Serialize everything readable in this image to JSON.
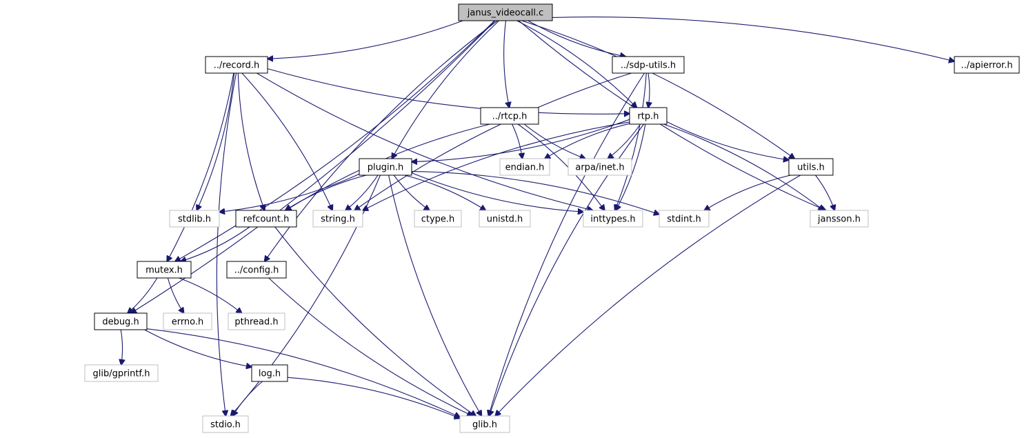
{
  "colors": {
    "edge": "#191970",
    "root_fill": "#bfbfbf",
    "documented_border": "#000000",
    "external_border": "#bfbfbf",
    "background": "#ffffff"
  },
  "nodes": {
    "janus_videocall_c": {
      "label": "janus_videocall.c",
      "kind": "root"
    },
    "record_h": {
      "label": "../record.h",
      "kind": "documented"
    },
    "sdp_utils_h": {
      "label": "../sdp-utils.h",
      "kind": "documented"
    },
    "apierror_h": {
      "label": "../apierror.h",
      "kind": "documented"
    },
    "rtcp_h": {
      "label": "../rtcp.h",
      "kind": "documented"
    },
    "rtp_h": {
      "label": "rtp.h",
      "kind": "documented"
    },
    "endian_h": {
      "label": "endian.h",
      "kind": "external"
    },
    "arpa_inet_h": {
      "label": "arpa/inet.h",
      "kind": "external"
    },
    "plugin_h": {
      "label": "plugin.h",
      "kind": "documented"
    },
    "utils_h": {
      "label": "utils.h",
      "kind": "documented"
    },
    "stdlib_h": {
      "label": "stdlib.h",
      "kind": "external"
    },
    "refcount_h": {
      "label": "refcount.h",
      "kind": "documented"
    },
    "string_h": {
      "label": "string.h",
      "kind": "external"
    },
    "ctype_h": {
      "label": "ctype.h",
      "kind": "external"
    },
    "unistd_h": {
      "label": "unistd.h",
      "kind": "external"
    },
    "inttypes_h": {
      "label": "inttypes.h",
      "kind": "external"
    },
    "stdint_h": {
      "label": "stdint.h",
      "kind": "external"
    },
    "jansson_h": {
      "label": "jansson.h",
      "kind": "external"
    },
    "mutex_h": {
      "label": "mutex.h",
      "kind": "documented"
    },
    "config_h": {
      "label": "../config.h",
      "kind": "documented"
    },
    "debug_h": {
      "label": "debug.h",
      "kind": "documented"
    },
    "errno_h": {
      "label": "errno.h",
      "kind": "external"
    },
    "pthread_h": {
      "label": "pthread.h",
      "kind": "external"
    },
    "glib_gprintf_h": {
      "label": "glib/gprintf.h",
      "kind": "external"
    },
    "log_h": {
      "label": "log.h",
      "kind": "documented"
    },
    "stdio_h": {
      "label": "stdio.h",
      "kind": "external"
    },
    "glib_h": {
      "label": "glib.h",
      "kind": "external"
    }
  },
  "edges": [
    {
      "from": "janus_videocall_c",
      "to": "record_h"
    },
    {
      "from": "janus_videocall_c",
      "to": "sdp_utils_h"
    },
    {
      "from": "janus_videocall_c",
      "to": "apierror_h"
    },
    {
      "from": "janus_videocall_c",
      "to": "rtcp_h"
    },
    {
      "from": "janus_videocall_c",
      "to": "rtp_h"
    },
    {
      "from": "janus_videocall_c",
      "to": "plugin_h"
    },
    {
      "from": "janus_videocall_c",
      "to": "utils_h"
    },
    {
      "from": "janus_videocall_c",
      "to": "jansson_h"
    },
    {
      "from": "janus_videocall_c",
      "to": "mutex_h"
    },
    {
      "from": "janus_videocall_c",
      "to": "config_h"
    },
    {
      "from": "janus_videocall_c",
      "to": "debug_h"
    },
    {
      "from": "record_h",
      "to": "rtp_h"
    },
    {
      "from": "record_h",
      "to": "stdlib_h"
    },
    {
      "from": "record_h",
      "to": "refcount_h"
    },
    {
      "from": "record_h",
      "to": "string_h"
    },
    {
      "from": "record_h",
      "to": "inttypes_h"
    },
    {
      "from": "record_h",
      "to": "mutex_h"
    },
    {
      "from": "record_h",
      "to": "stdio_h"
    },
    {
      "from": "sdp_utils_h",
      "to": "rtp_h"
    },
    {
      "from": "sdp_utils_h",
      "to": "string_h"
    },
    {
      "from": "sdp_utils_h",
      "to": "inttypes_h"
    },
    {
      "from": "sdp_utils_h",
      "to": "glib_h"
    },
    {
      "from": "rtcp_h",
      "to": "endian_h"
    },
    {
      "from": "rtcp_h",
      "to": "arpa_inet_h"
    },
    {
      "from": "rtcp_h",
      "to": "inttypes_h"
    },
    {
      "from": "rtcp_h",
      "to": "refcount_h"
    },
    {
      "from": "rtp_h",
      "to": "plugin_h"
    },
    {
      "from": "rtp_h",
      "to": "endian_h"
    },
    {
      "from": "rtp_h",
      "to": "arpa_inet_h"
    },
    {
      "from": "rtp_h",
      "to": "utils_h"
    },
    {
      "from": "rtp_h",
      "to": "jansson_h"
    },
    {
      "from": "rtp_h",
      "to": "string_h"
    },
    {
      "from": "rtp_h",
      "to": "inttypes_h"
    },
    {
      "from": "rtp_h",
      "to": "glib_h"
    },
    {
      "from": "plugin_h",
      "to": "stdlib_h"
    },
    {
      "from": "plugin_h",
      "to": "refcount_h"
    },
    {
      "from": "plugin_h",
      "to": "string_h"
    },
    {
      "from": "plugin_h",
      "to": "ctype_h"
    },
    {
      "from": "plugin_h",
      "to": "unistd_h"
    },
    {
      "from": "plugin_h",
      "to": "inttypes_h"
    },
    {
      "from": "plugin_h",
      "to": "stdint_h"
    },
    {
      "from": "plugin_h",
      "to": "glib_h"
    },
    {
      "from": "plugin_h",
      "to": "stdio_h"
    },
    {
      "from": "utils_h",
      "to": "stdint_h"
    },
    {
      "from": "utils_h",
      "to": "jansson_h"
    },
    {
      "from": "utils_h",
      "to": "glib_h"
    },
    {
      "from": "refcount_h",
      "to": "mutex_h"
    },
    {
      "from": "refcount_h",
      "to": "glib_h"
    },
    {
      "from": "mutex_h",
      "to": "debug_h"
    },
    {
      "from": "mutex_h",
      "to": "errno_h"
    },
    {
      "from": "mutex_h",
      "to": "pthread_h"
    },
    {
      "from": "config_h",
      "to": "glib_h"
    },
    {
      "from": "debug_h",
      "to": "glib_gprintf_h"
    },
    {
      "from": "debug_h",
      "to": "log_h"
    },
    {
      "from": "debug_h",
      "to": "glib_h"
    },
    {
      "from": "log_h",
      "to": "stdio_h"
    },
    {
      "from": "log_h",
      "to": "glib_h"
    }
  ]
}
